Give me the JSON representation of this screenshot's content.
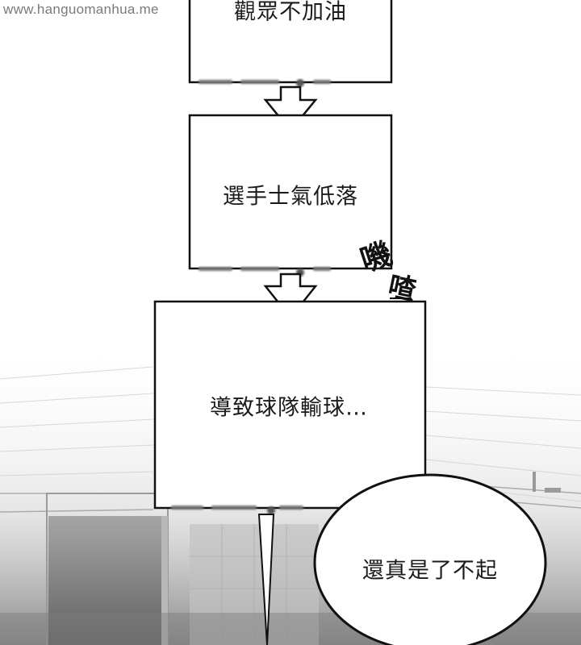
{
  "watermark": "www.hanguomanhua.me",
  "captions": {
    "box1": "觀眾不加油",
    "box2": "選手士氣低落",
    "box3": "導致球隊輸球…",
    "bubble": "還真是了不起"
  },
  "sfx": {
    "first": "嘰",
    "second": "喳"
  }
}
